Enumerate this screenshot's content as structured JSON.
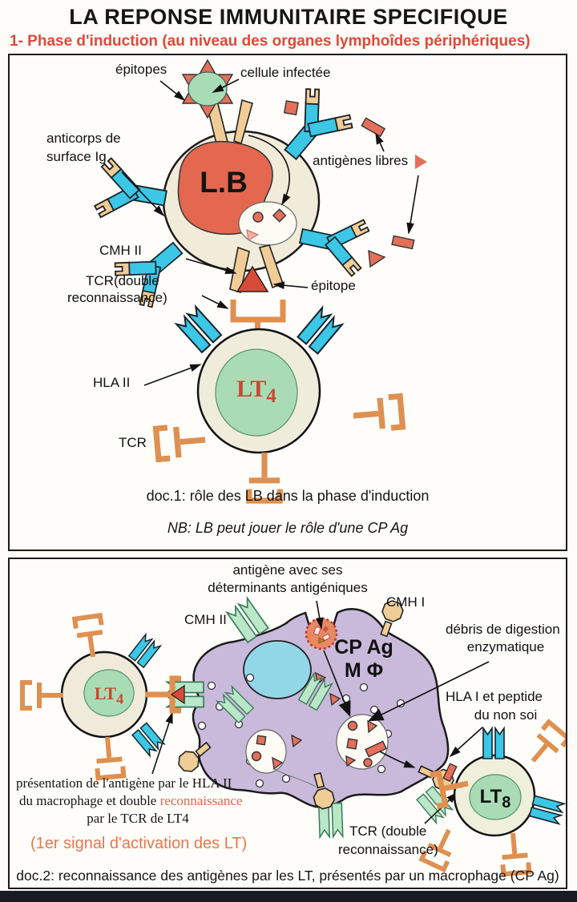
{
  "header": {
    "title": "LA REPONSE IMMUNITAIRE SPECIFIQUE",
    "subtitle": "1- Phase d'induction (au niveau des organes lymphoîdes périphériques)"
  },
  "doc1": {
    "labels": {
      "epitopes": "épitopes",
      "cellule_infectee": "cellule infectée",
      "anticorps_l1": "anticorps de",
      "anticorps_l2": "surface Ig",
      "antigenes_libres": "antigènes libres",
      "lb": "L.B",
      "cmh2": "CMH II",
      "tcr_l1": "TCR(double",
      "tcr_l2": "reconnaissance)",
      "epitope": "épitope",
      "hla2": "HLA II",
      "lt": "LT",
      "lt_sub": "4",
      "tcr": "TCR"
    },
    "caption": "doc.1: rôle des LB dans la phase d'induction",
    "note": "NB: LB peut jouer le rôle d'une CP Ag"
  },
  "doc2": {
    "labels": {
      "antigene_l1": "antigène avec ses",
      "antigene_l2": "déterminants antigéniques",
      "cmh2": "CMH II",
      "cmh1": "CMH I",
      "debris_l1": "débris de digestion",
      "debris_l2": "enzymatique",
      "cp_ag": "CP Ag",
      "m_phi": "M Φ",
      "hla1_l1": "HLA I et peptide",
      "hla1_l2": "du non soi",
      "lt4": "LT",
      "lt4_sub": "4",
      "lt8": "LT",
      "lt8_sub": "8",
      "presentation_l1": "présentation de l'antigène par le HLA II",
      "presentation_l2a": "du macrophage et double ",
      "presentation_l2b": "reconnaissance",
      "presentation_l3": "par le TCR de LT4",
      "signal": "(1er signal d'activation des LT)",
      "tcr_l1": "TCR (double",
      "tcr_l2": "reconnaissance)"
    },
    "caption": "doc.2: reconnaissance des antigènes par les LT, présentés par un macrophage (CP Ag)"
  },
  "colors": {
    "subtitle_red": "#dd4a38",
    "antigen_salmon": "#e4705a",
    "epitope_red": "#d84b38",
    "antibody_cyan": "#3cc7e6",
    "mhc_tan": "#f0cd96",
    "cell_cream": "#f1ecd9",
    "lymphocyte_green": "#a9dcb5",
    "macrophage_purple": "#c9badb",
    "nucleus_blue": "#92d7e8",
    "cmh2_green": "#b9e7c8",
    "tcr_orange": "#df9050",
    "signal_orange": "#e8764f"
  }
}
